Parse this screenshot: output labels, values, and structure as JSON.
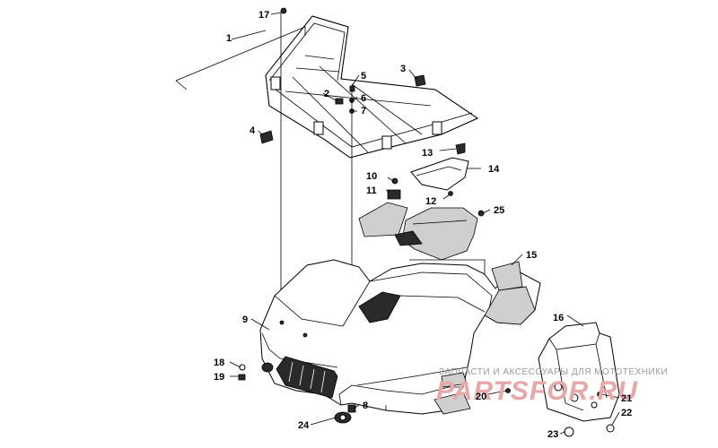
{
  "callouts": {
    "c1": "1",
    "c2": "2",
    "c3": "3",
    "c4": "4",
    "c5": "5",
    "c6": "6",
    "c7": "7",
    "c8": "8",
    "c9": "9",
    "c10": "10",
    "c11": "11",
    "c12": "12",
    "c13": "13",
    "c14": "14",
    "c15": "15",
    "c16": "16",
    "c17": "17",
    "c18": "18",
    "c19": "19",
    "c20": "20",
    "c21": "21",
    "c22": "22",
    "c23": "23",
    "c24": "24",
    "c25": "25"
  },
  "watermark": {
    "tagline": "ЗАПЧАСТИ И АКСЕССУАРЫ ДЛЯ МОТОТЕХНИКИ",
    "brand": "PARTSFOR.RU"
  },
  "colors": {
    "line": "#000000",
    "watermark_text": "#9a9a9a",
    "watermark_brand": "#e8a8a8"
  }
}
